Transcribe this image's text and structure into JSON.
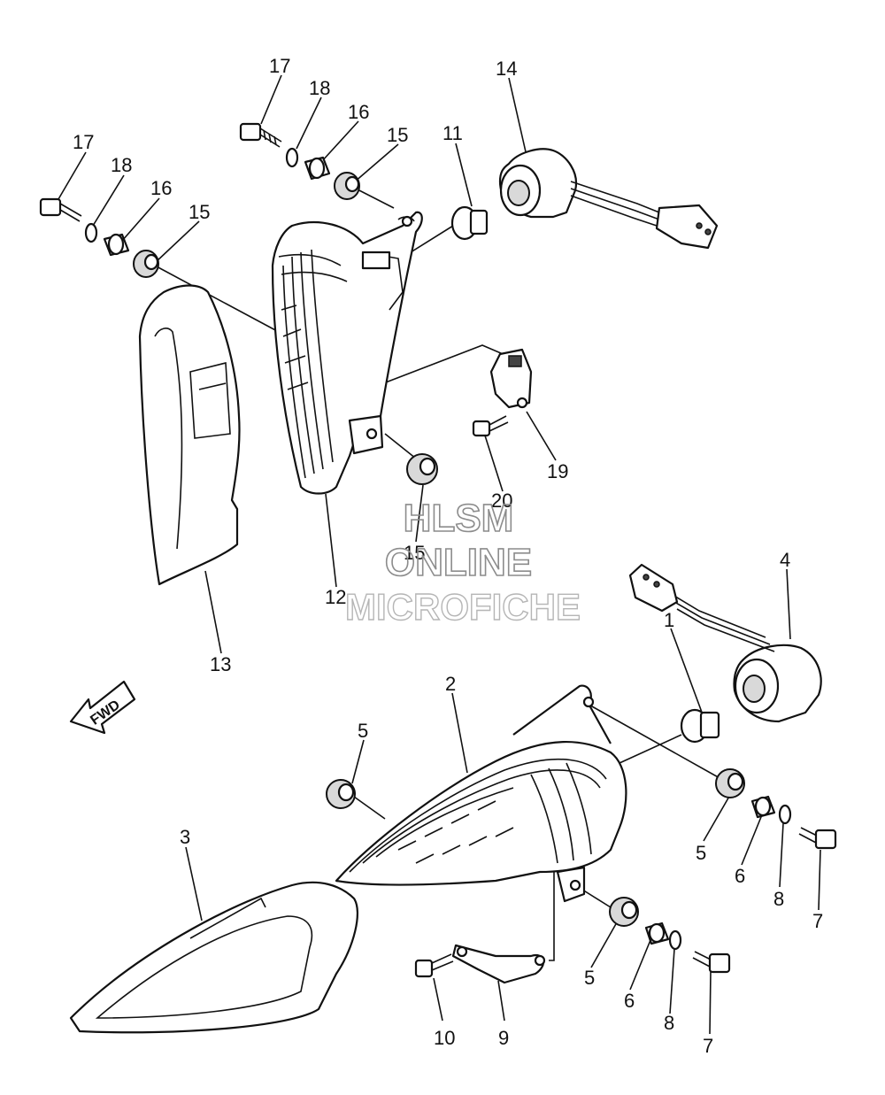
{
  "diagram": {
    "callouts": [
      {
        "id": "c17a",
        "text": "17"
      },
      {
        "id": "c18a",
        "text": "18"
      },
      {
        "id": "c16a",
        "text": "16"
      },
      {
        "id": "c15a",
        "text": "15"
      },
      {
        "id": "c17b",
        "text": "17"
      },
      {
        "id": "c18b",
        "text": "18"
      },
      {
        "id": "c16b",
        "text": "16"
      },
      {
        "id": "c15b",
        "text": "15"
      },
      {
        "id": "c11",
        "text": "11"
      },
      {
        "id": "c14",
        "text": "14"
      },
      {
        "id": "c19",
        "text": "19"
      },
      {
        "id": "c20",
        "text": "20"
      },
      {
        "id": "c15c",
        "text": "15"
      },
      {
        "id": "c12",
        "text": "12"
      },
      {
        "id": "c13",
        "text": "13"
      },
      {
        "id": "c4",
        "text": "4"
      },
      {
        "id": "c1",
        "text": "1"
      },
      {
        "id": "c2",
        "text": "2"
      },
      {
        "id": "c5a",
        "text": "5"
      },
      {
        "id": "c3",
        "text": "3"
      },
      {
        "id": "c5b",
        "text": "5"
      },
      {
        "id": "c6a",
        "text": "6"
      },
      {
        "id": "c8a",
        "text": "8"
      },
      {
        "id": "c7a",
        "text": "7"
      },
      {
        "id": "c5c",
        "text": "5"
      },
      {
        "id": "c6b",
        "text": "6"
      },
      {
        "id": "c8b",
        "text": "8"
      },
      {
        "id": "c7b",
        "text": "7"
      },
      {
        "id": "c10",
        "text": "10"
      },
      {
        "id": "c9",
        "text": "9"
      }
    ],
    "fwd_label": "FWD",
    "watermark": {
      "line1": "HLSM",
      "line2": "ONLINE",
      "line3": "MICROFICHE"
    }
  }
}
